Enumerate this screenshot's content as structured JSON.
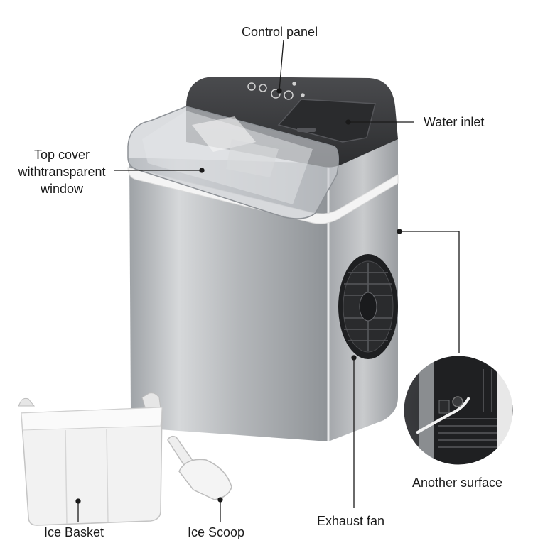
{
  "labels": {
    "control_panel": "Control panel",
    "water_inlet": "Water inlet",
    "top_cover_line1": "Top cover",
    "top_cover_line2": "withtransparent",
    "top_cover_line3": "window",
    "another_surface": "Another surface",
    "exhaust_fan": "Exhaust fan",
    "ice_basket": "Ice Basket",
    "ice_scoop": "Ice Scoop"
  },
  "colors": {
    "body_steel": "#b9bcbf",
    "lid_dark": "#3a3b3d",
    "fan_black": "#1e1f21",
    "basket_white": "#f2f2f2",
    "leader_line": "#1a1a1a"
  }
}
